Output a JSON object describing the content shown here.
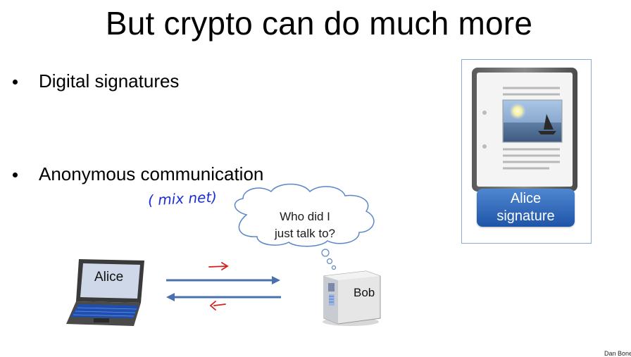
{
  "slide": {
    "title": "But crypto can do much more",
    "bullets": [
      {
        "label": "Digital signatures"
      },
      {
        "label": "Anonymous communication"
      }
    ],
    "handwritten_note": "( mix net)",
    "document": {
      "badge_line1": "Alice",
      "badge_line2": "signature"
    },
    "diagram": {
      "alice_label": "Alice",
      "bob_label": "Bob",
      "thought_line1": "Who did I",
      "thought_line2": "just talk to?"
    },
    "footer": "Dan Boneh",
    "colors": {
      "arrow_blue": "#4a70b0",
      "ink_red": "#d42020",
      "ink_blue": "#1a2fd6",
      "badge_blue": "#2a5fb0"
    },
    "icons": [
      "laptop-icon",
      "server-icon",
      "thought-cloud-icon",
      "document-icon",
      "landscape-picture-icon"
    ]
  }
}
